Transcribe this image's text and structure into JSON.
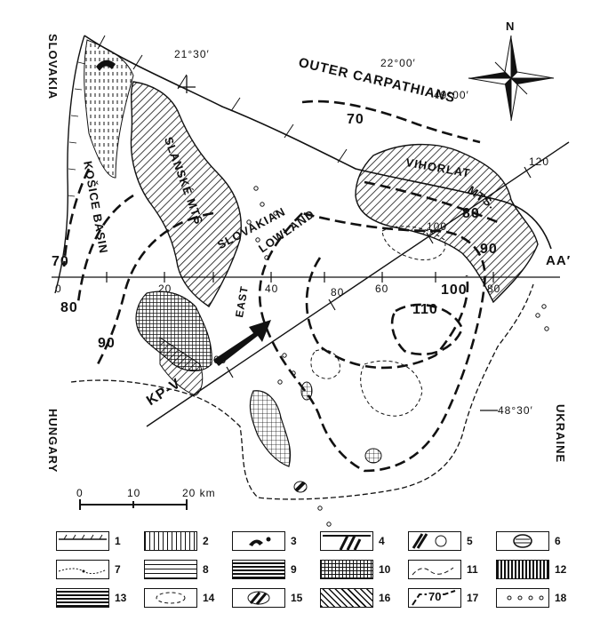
{
  "countries": {
    "left_top": "SLOVAKIA",
    "left_bottom": "HUNGARY",
    "right": "UKRAINE"
  },
  "regions": {
    "outer_carpathians": "OUTER CARPATHIANS",
    "vihorlat": "VIHORLAT",
    "vihorlat_mts": "MTS.",
    "slanske": "SLANSKÉ MTS",
    "kosice": "KOŠICE BASIN",
    "east": "EAST",
    "slovakian": "SLOVAKIAN",
    "lowland": "LOWLAND"
  },
  "coordinates": {
    "lon1": "21°30′",
    "lon2": "22°00′",
    "lat1": "49°00′",
    "lat2": "48°30′"
  },
  "profile": {
    "name": "KP-V",
    "section": "AA′"
  },
  "compass": {
    "north": "N"
  },
  "isolines": [
    "70",
    "80",
    "90",
    "100",
    "110",
    "70",
    "80",
    "90"
  ],
  "axis_ticks": {
    "horizontal": [
      "0",
      "20",
      "40",
      "60",
      "80"
    ],
    "profile": [
      "60",
      "80",
      "100",
      "120"
    ]
  },
  "scale_bar": {
    "ticks": [
      "0",
      "10",
      "20 km"
    ]
  },
  "legend": [
    "1",
    "2",
    "3",
    "4",
    "5",
    "6",
    "7",
    "8",
    "9",
    "10",
    "11",
    "12",
    "13",
    "14",
    "15",
    "16",
    "17",
    "18"
  ],
  "legend_isoline_label": "70"
}
